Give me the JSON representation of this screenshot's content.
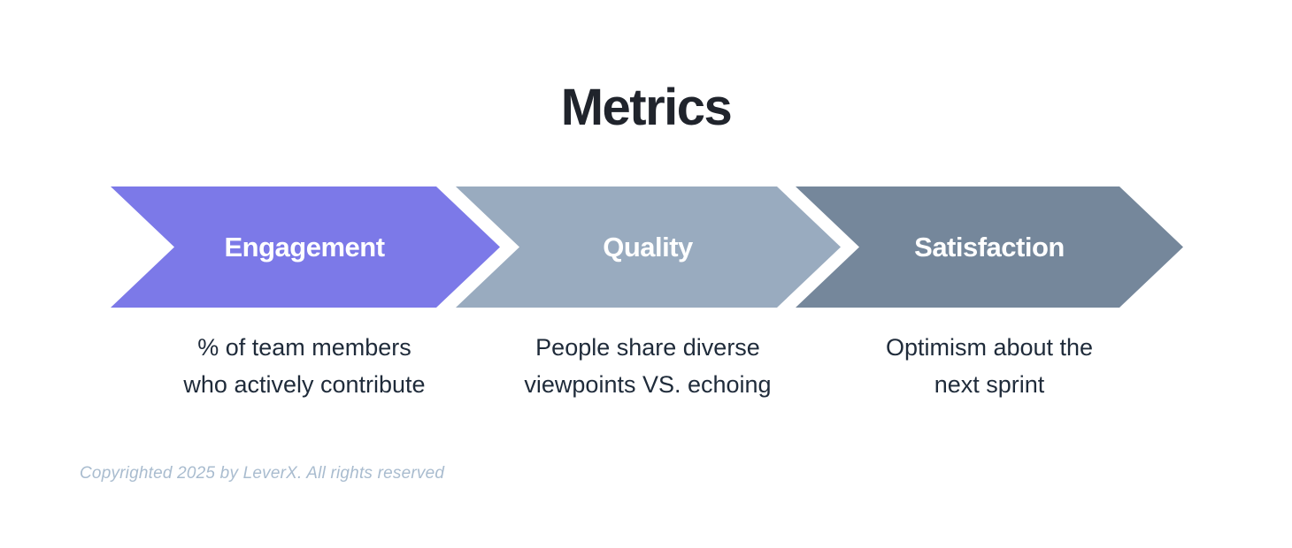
{
  "title": "Metrics",
  "colors": {
    "background": "#FFFFFF",
    "title_text": "#20242C",
    "step_label_text": "#FFFFFF",
    "description_text": "#1F2B3A",
    "copyright_text": "#A9BCCF",
    "arrow_engagement": "#7C79E8",
    "arrow_quality": "#99ABBF",
    "arrow_satisfaction": "#75879B"
  },
  "steps": [
    {
      "label": "Engagement",
      "description": "% of team members\nwho actively contribute",
      "color": "#7C79E8"
    },
    {
      "label": "Quality",
      "description": "People share diverse\nviewpoints VS. echoing",
      "color": "#99ABBF"
    },
    {
      "label": "Satisfaction",
      "description": "Optimism about the\nnext sprint",
      "color": "#75879B"
    }
  ],
  "footer": {
    "copyright": "Copyrighted 2025 by LeverX. All rights reserved"
  }
}
